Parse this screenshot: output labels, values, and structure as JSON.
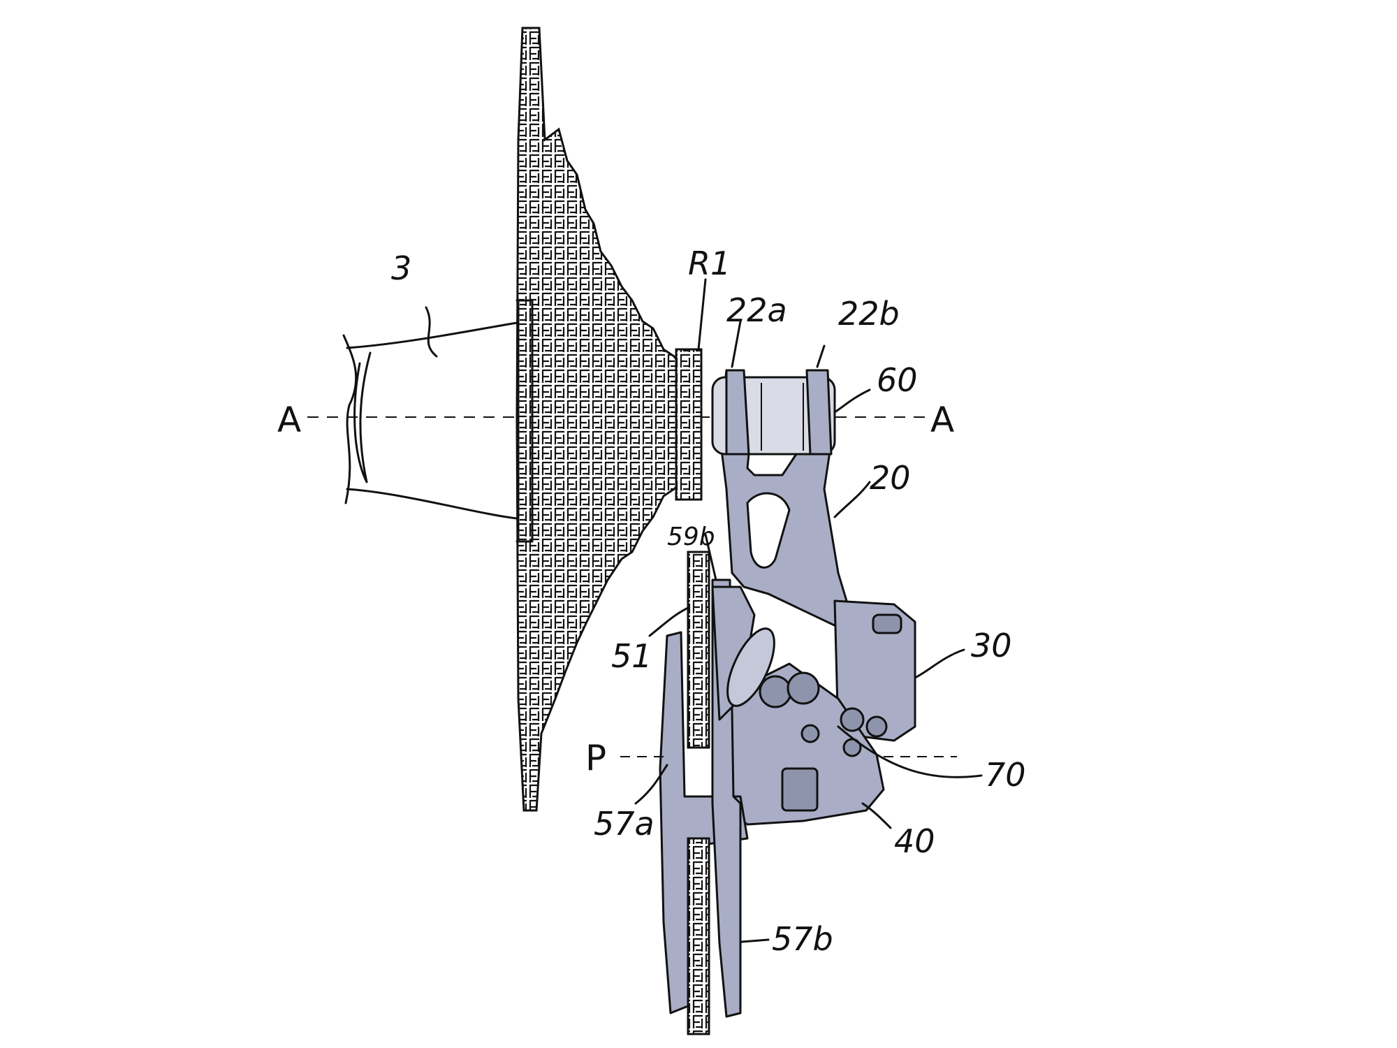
{
  "figure": {
    "colors": {
      "body": "#a9aec6",
      "ink": "#111111",
      "background": "#ffffff"
    },
    "axis_letters": {
      "a_left": "A",
      "a_right": "A",
      "p": "P"
    },
    "reference_numerals": {
      "cassette": "3",
      "first_sprocket": "R1",
      "link_a": "22a",
      "link_b": "22b",
      "pivot_60": "60",
      "parallelogram": "20",
      "motor_30": "30",
      "cage_pivot_70": "70",
      "body_40": "40",
      "pulley_51": "51",
      "plate_59b": "59b",
      "plate_57a": "57a",
      "plate_57b": "57b"
    }
  }
}
